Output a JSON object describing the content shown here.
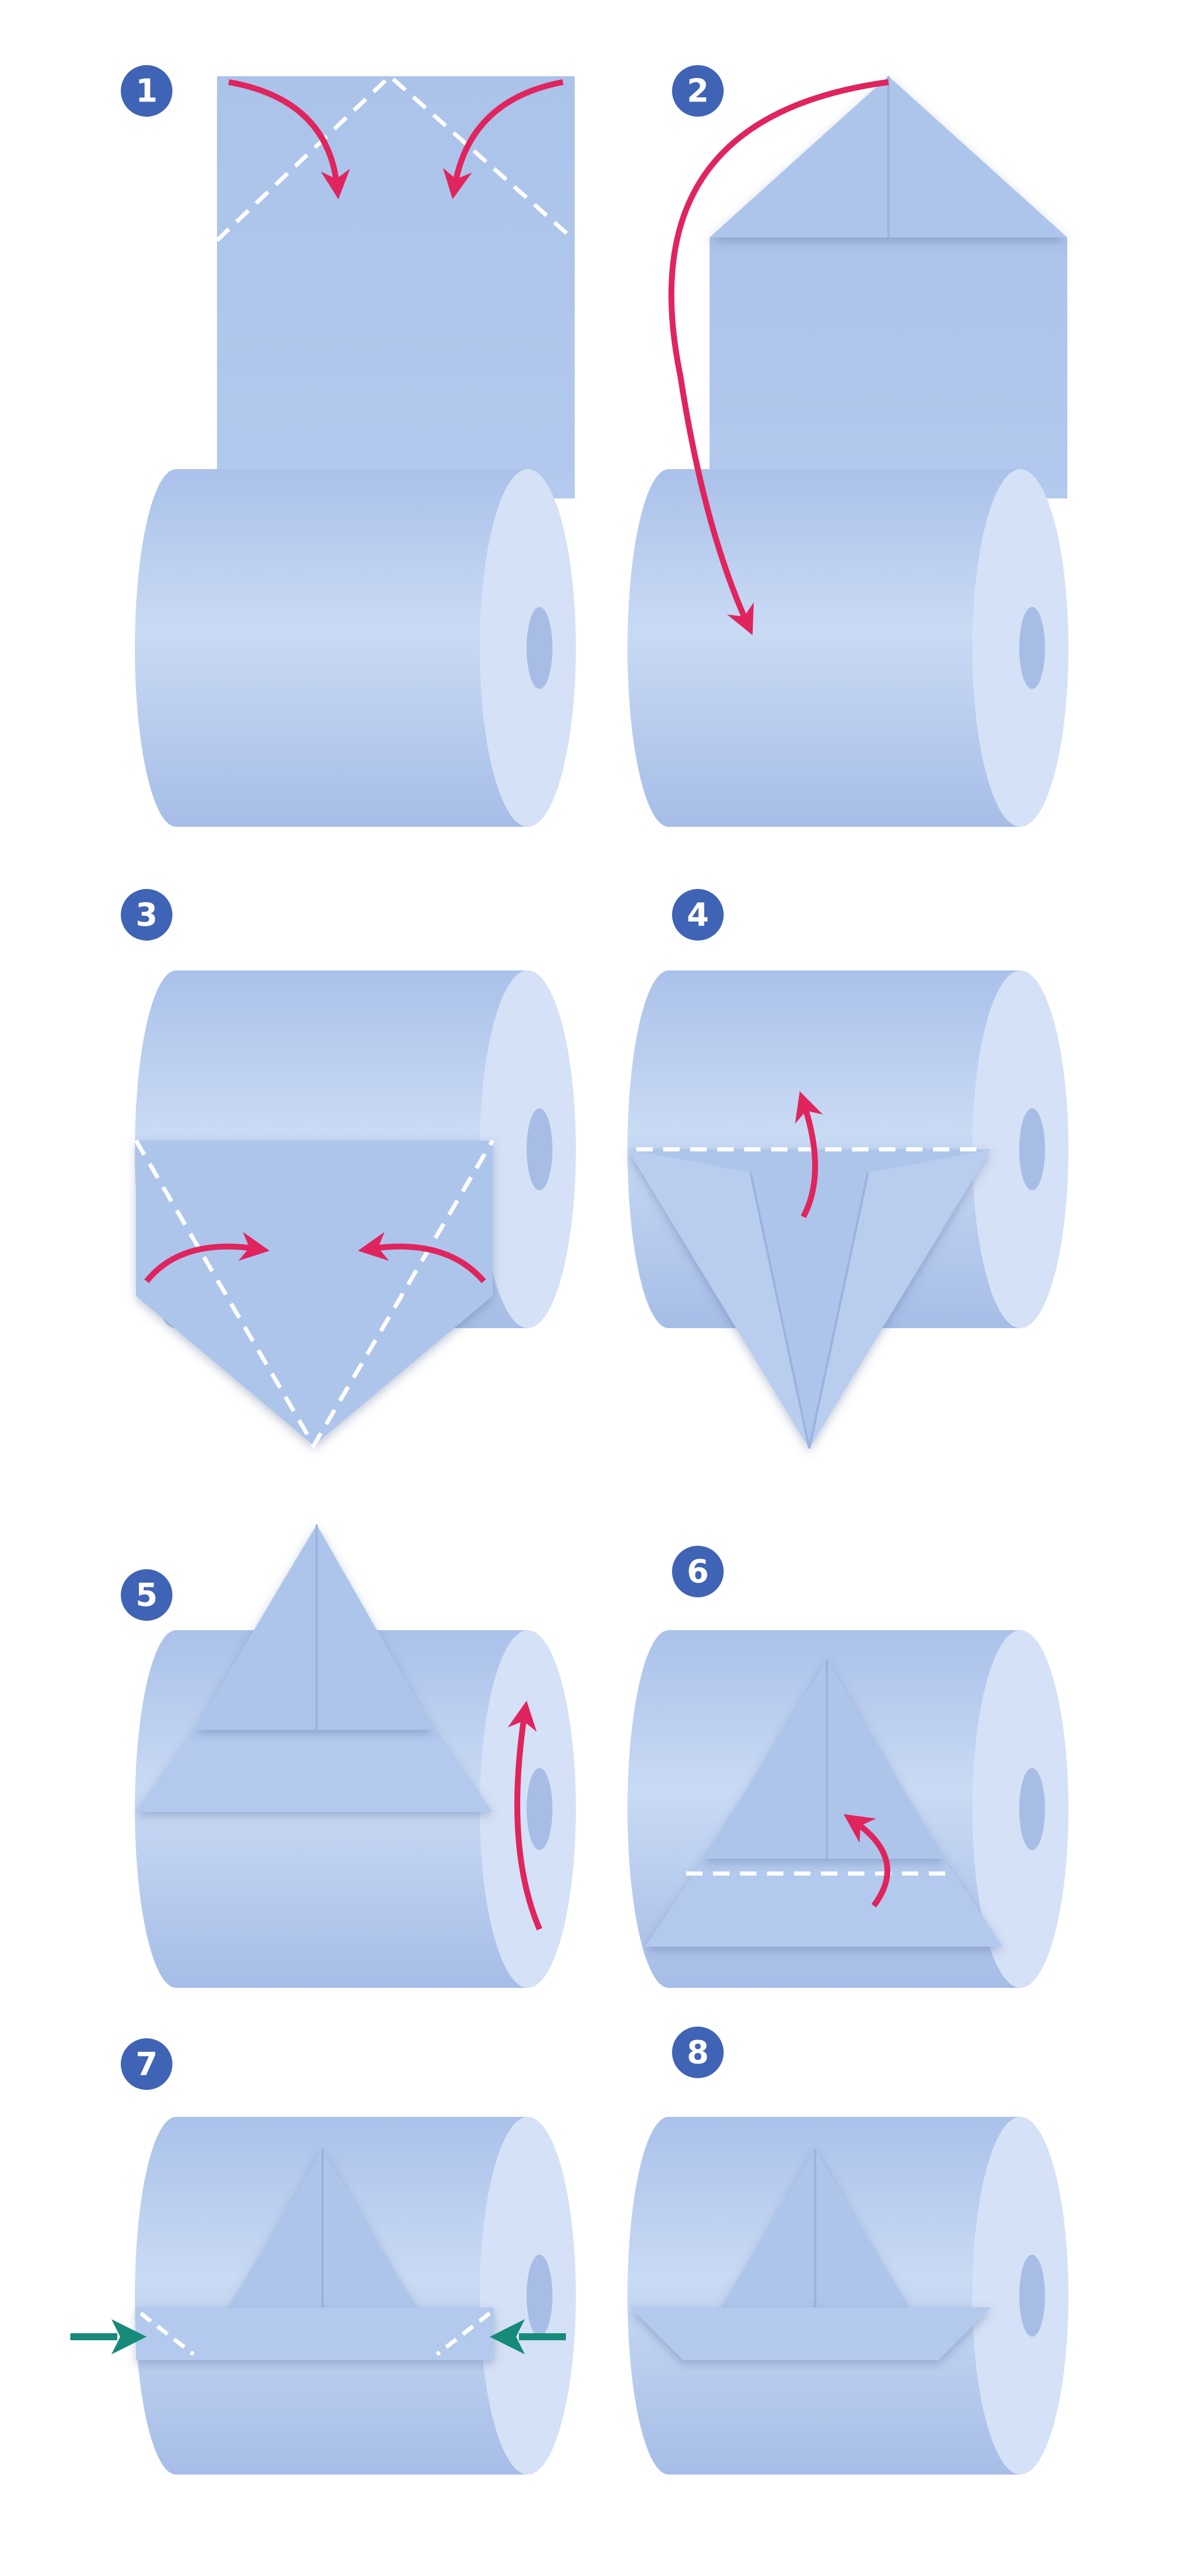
{
  "steps": [
    {
      "number": "1"
    },
    {
      "number": "2"
    },
    {
      "number": "3"
    },
    {
      "number": "4"
    },
    {
      "number": "5"
    },
    {
      "number": "6"
    },
    {
      "number": "7"
    },
    {
      "number": "8"
    }
  ],
  "colors": {
    "paper": "#aec5eb",
    "paper_light": "#c7d8f3",
    "roll_end": "#d5e1f6",
    "roll_hole": "#a7bde6",
    "fold_line": "#ffffff",
    "arrow": "#e0245e",
    "push_arrow": "#178a7a",
    "badge": "#3f63b5"
  }
}
